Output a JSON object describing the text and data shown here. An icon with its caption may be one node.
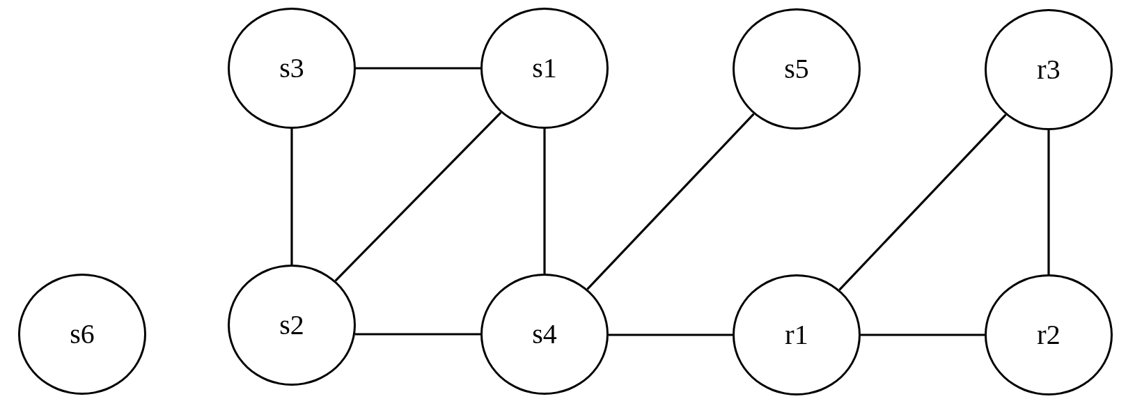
{
  "diagram": {
    "nodes": [
      {
        "text": [
          "s3"
        ]
      },
      {
        "text": [
          "s1"
        ]
      },
      {
        "text": [
          "s5"
        ]
      },
      {
        "text": [
          "r3"
        ]
      },
      {
        "text": [
          "s6"
        ]
      },
      {
        "text": [
          "s2"
        ]
      },
      {
        "text": [
          "s4"
        ]
      },
      {
        "text": [
          "r1"
        ]
      },
      {
        "text": [
          "r2"
        ]
      }
    ],
    "edges": [
      {
        "from": 0,
        "to": 1,
        "arrow": "none"
      },
      {
        "from": 0,
        "to": 5,
        "arrow": "none"
      },
      {
        "from": 1,
        "to": 5,
        "arrow": "none"
      },
      {
        "from": 1,
        "to": 6,
        "arrow": "none"
      },
      {
        "from": 2,
        "to": 6,
        "arrow": "none"
      },
      {
        "from": 5,
        "to": 6,
        "arrow": "none"
      },
      {
        "from": 6,
        "to": 7,
        "arrow": "none"
      },
      {
        "from": 7,
        "to": 8,
        "arrow": "none"
      },
      {
        "from": 3,
        "to": 7,
        "arrow": "none"
      },
      {
        "from": 3,
        "to": 8,
        "arrow": "none"
      }
    ]
  }
}
